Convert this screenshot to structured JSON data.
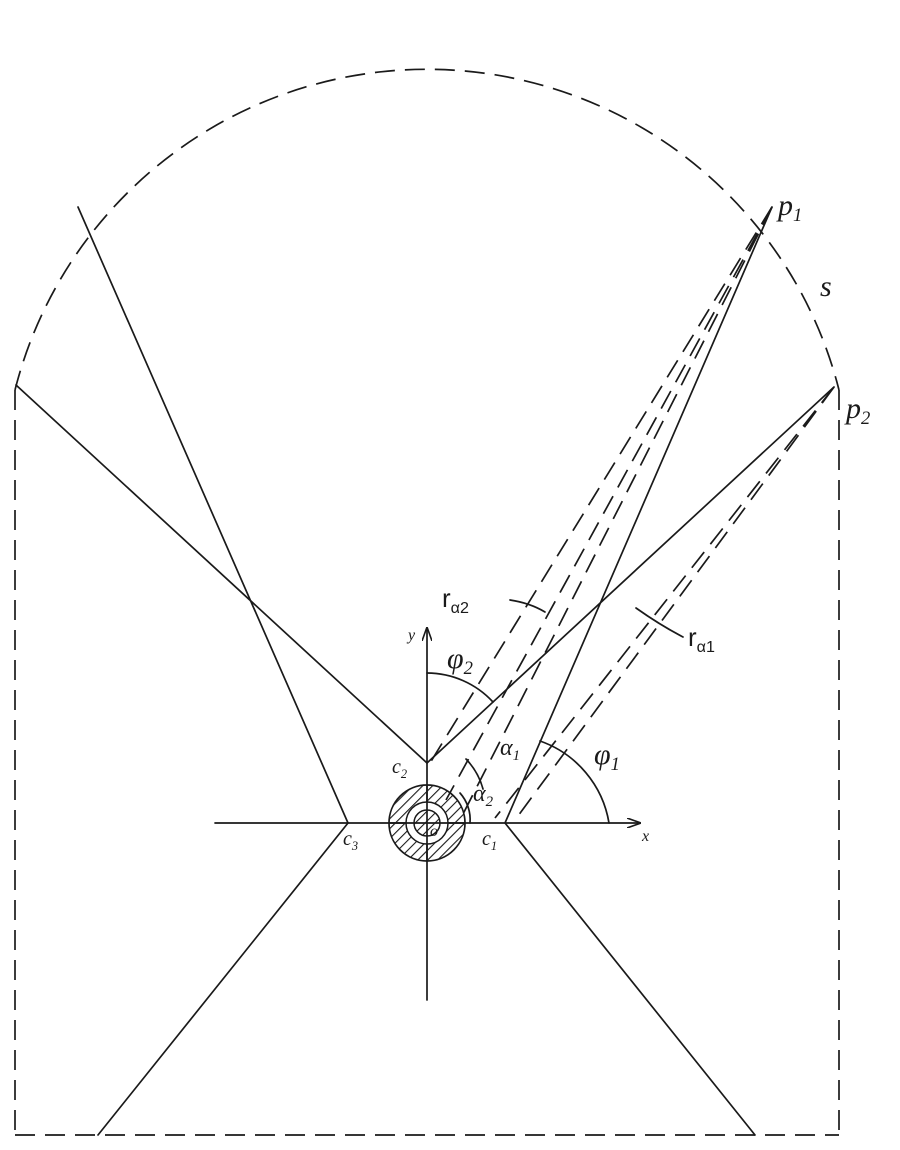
{
  "labels": {
    "p1": "p",
    "p1_sub": "1",
    "p2": "p",
    "p2_sub": "2",
    "s": "s",
    "x": "x",
    "y": "y",
    "o": "o",
    "c1": "c",
    "c1_sub": "1",
    "c2": "c",
    "c2_sub": "2",
    "c3": "c",
    "c3_sub": "3",
    "phi1": "φ",
    "phi1_sub": "1",
    "phi2": "φ",
    "phi2_sub": "2",
    "alpha1": "α",
    "alpha1_sub": "1",
    "alpha2": "α",
    "alpha2_sub": "2",
    "r_alpha1": "r",
    "r_alpha1_sub": "α1",
    "r_alpha2": "r",
    "r_alpha2_sub": "α2"
  },
  "colors": {
    "ink": "#1a1a1a",
    "background": "#ffffff"
  }
}
